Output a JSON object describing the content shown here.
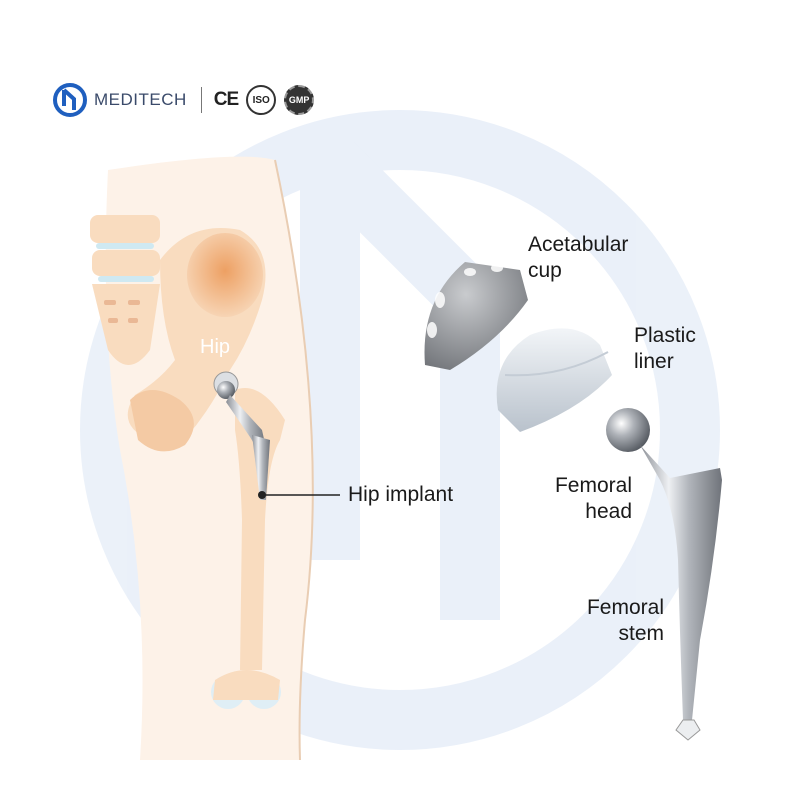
{
  "brand": {
    "name": "MEDITECH",
    "logo_icon": "md-logo-icon",
    "color": "#1f5fbf",
    "certifications": [
      "CE",
      "ISO",
      "GMP"
    ]
  },
  "anatomy": {
    "hip_label": "Hip",
    "implant_label": "Hip implant"
  },
  "components": {
    "acetabular_cup": {
      "line1": "Acetabular",
      "line2": "cup"
    },
    "plastic_liner": {
      "line1": "Plastic",
      "line2": "liner"
    },
    "femoral_head": {
      "line1": "Femoral",
      "line2": "head"
    },
    "femoral_stem": {
      "line1": "Femoral",
      "line2": "stem"
    }
  },
  "colors": {
    "bone": "#f9dcbf",
    "skin": "#fdf2e8",
    "hip_highlight": "#f0a868",
    "cartilage": "#cfe9f2",
    "metal": "#b9bcc2",
    "liner": "#dde3ea"
  }
}
